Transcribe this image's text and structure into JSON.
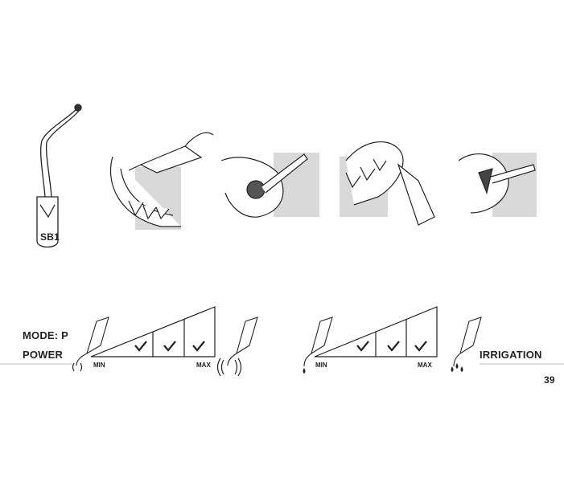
{
  "tip_label": "SB1",
  "mode_label": "MODE: P",
  "power_label": "POWER",
  "irrigation_label": "IRRIGATION",
  "power_scale": {
    "min_label": "MIN",
    "max_label": "MAX",
    "checked_levels": [
      1,
      2,
      3
    ]
  },
  "irrigation_scale": {
    "min_label": "MIN",
    "max_label": "MAX",
    "checked_levels": [
      1,
      2,
      3
    ]
  },
  "page_number": "39",
  "colors": {
    "line": "#222222",
    "shade": "#d9d9d9",
    "rule": "#dddddd"
  }
}
